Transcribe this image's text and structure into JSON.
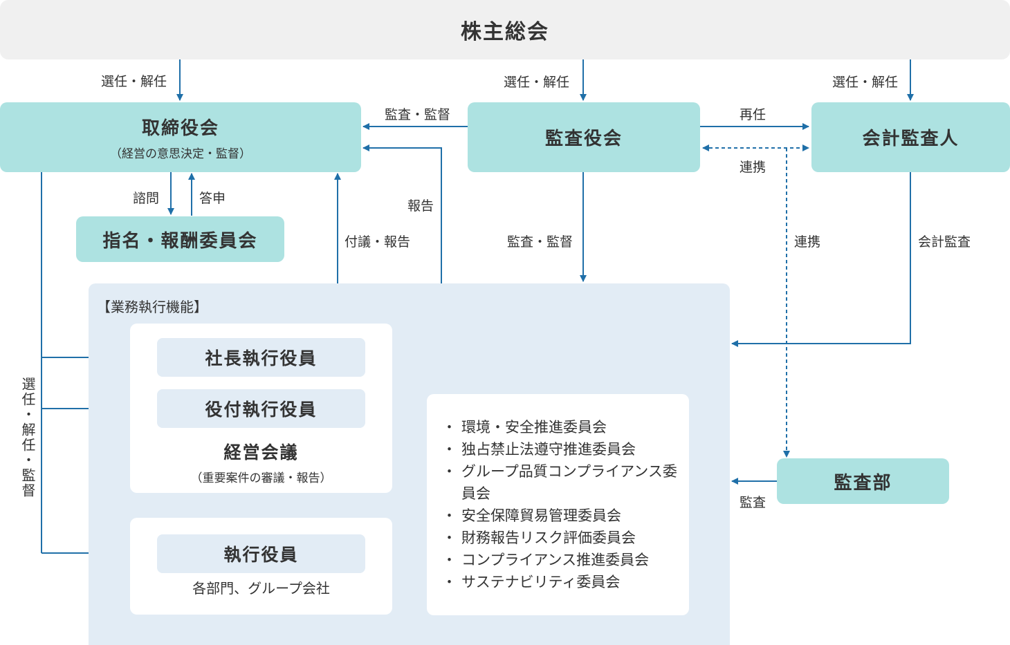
{
  "nodes": {
    "shareholders": "株主総会",
    "board": {
      "title": "取締役会",
      "subtitle": "（経営の意思決定・監督）"
    },
    "nomination": "指名・報酬委員会",
    "auditors_board": "監査役会",
    "accounting_auditor": "会計監査人",
    "business_section": "【業務執行機能】",
    "president": "社長執行役員",
    "senior_officers": "役付執行役員",
    "management_meeting": {
      "title": "経営会議",
      "subtitle": "（重要案件の審議・報告）"
    },
    "officers": {
      "title": "執行役員",
      "subtitle": "各部門、グループ会社"
    },
    "audit_dept": "監査部"
  },
  "committees": [
    "環境・安全推進委員会",
    "独占禁止法遵守推進委員会",
    "グループ品質コンプライアンス委員会",
    "安全保障貿易管理委員会",
    "財務報告リスク評価委員会",
    "コンプライアンス推進委員会",
    "サステナビリティ委員会"
  ],
  "labels": {
    "elect_board": "選任・解任",
    "elect_auditors": "選任・解任",
    "elect_accounting": "選任・解任",
    "audit_supervise_board": "監査・監督",
    "reappoint": "再任",
    "cooperation_top": "連携",
    "consult": "諮問",
    "report_back": "答申",
    "report_committees": "報告",
    "propose_report": "付議・報告",
    "audit_supervise_business": "監査・監督",
    "cooperation_side": "連携",
    "accounting_audit": "会計監査",
    "elect_officers": "選任・解任・監督",
    "audit": "監査"
  },
  "colors": {
    "arrow": "#1f6fa8",
    "teal": "#ade2e1",
    "pale": "#e2ecf5",
    "gray": "#f0f0f0"
  }
}
